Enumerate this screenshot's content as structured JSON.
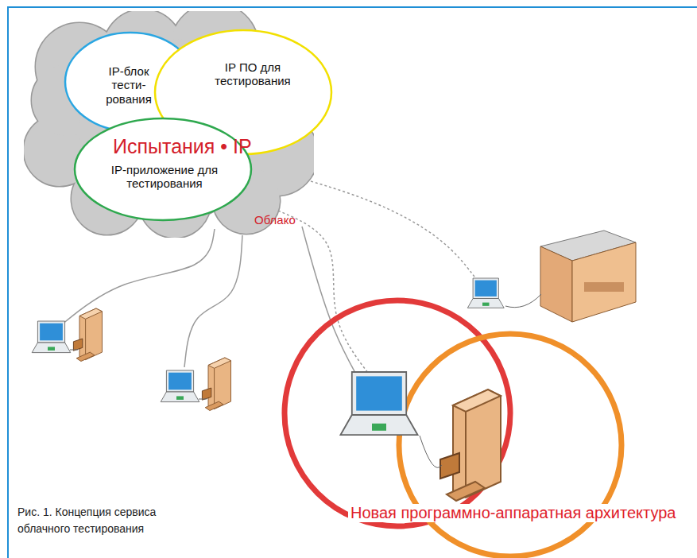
{
  "diagram": {
    "caption": "Рис. 1. Концепция сервиса облачного тестирования",
    "nodes": [
      {
        "text": [
          "Испытания • IP",
          "Облако"
        ]
      },
      {
        "text": [
          "IP-блок тести- рования"
        ],
        "in": 0
      },
      {
        "text": [
          "IP ПО для тестирования"
        ],
        "in": 0
      },
      {
        "text": [
          "IP-приложение для тестирования"
        ],
        "in": 0
      }
    ],
    "labels": [
      "Новая программно-аппаратная архитектура"
    ]
  }
}
